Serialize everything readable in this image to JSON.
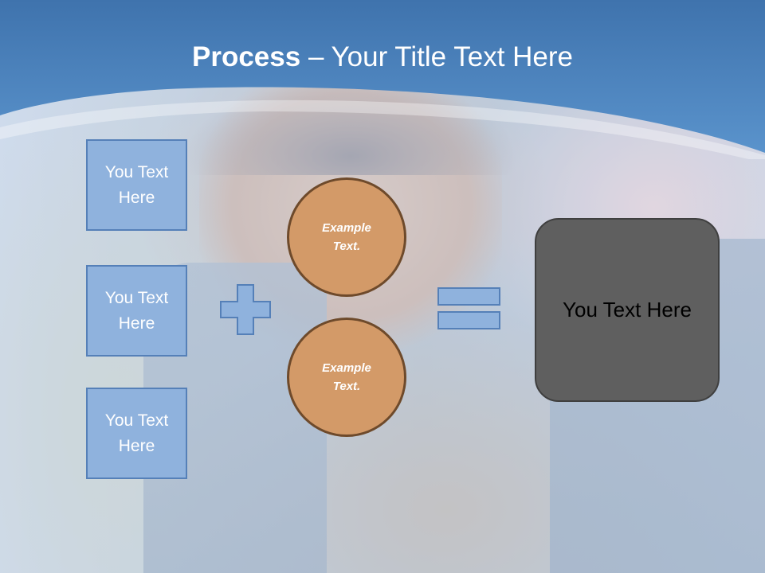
{
  "title": {
    "bold": "Process",
    "rest": " – Your Title Text Here"
  },
  "left_boxes": [
    {
      "label": "You Text Here"
    },
    {
      "label": "You Text Here"
    },
    {
      "label": "You Text Here"
    }
  ],
  "circles": [
    {
      "label": "Example Text."
    },
    {
      "label": "Example Text."
    }
  ],
  "result": {
    "label": "You Text Here"
  },
  "colors": {
    "header_blue": "#4a83c0",
    "box_fill": "#8fb2dd",
    "box_border": "#5580b8",
    "circle_fill": "#d39a68",
    "circle_border": "#6e4a2b",
    "result_fill": "#5f5f5f"
  }
}
